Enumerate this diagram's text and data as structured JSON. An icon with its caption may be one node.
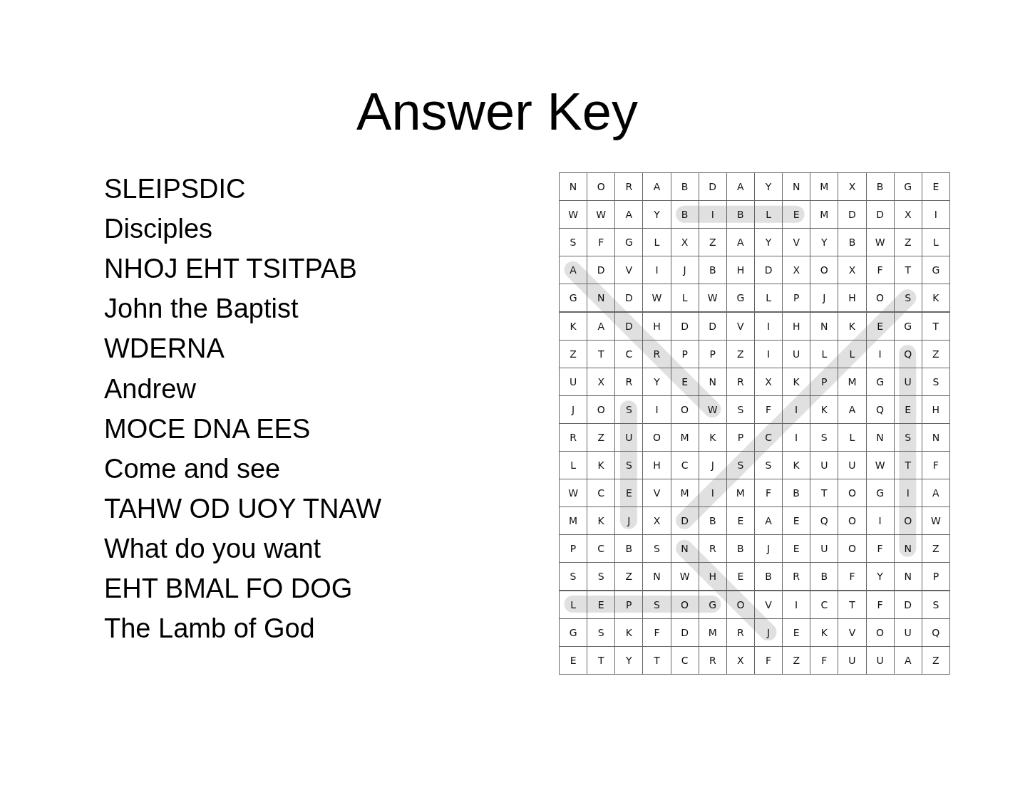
{
  "diagram": {
    "title": "Answer Key",
    "labels": [
      "SLEIPSDIC",
      "Disciples",
      "NHOJ EHT TSITPAB",
      "John the Baptist",
      "WDERNA",
      "Andrew",
      "MOCE DNA EES",
      "Come and see",
      "TAHW OD UOY TNAW",
      "What do you want",
      "EHT BMAL FO DOG",
      "The Lamb of God",
      "N",
      "O",
      "R",
      "A",
      "B",
      "D",
      "A",
      "Y",
      "N",
      "M",
      "X",
      "B",
      "G",
      "E",
      "W",
      "W",
      "A",
      "Y",
      "B",
      "I",
      "B",
      "L",
      "E",
      "M",
      "D",
      "D",
      "X",
      "I",
      "S",
      "F",
      "G",
      "L",
      "X",
      "Z",
      "A",
      "Y",
      "V",
      "Y",
      "B",
      "W",
      "Z",
      "L",
      "A",
      "D",
      "V",
      "I",
      "J",
      "B",
      "H",
      "D",
      "X",
      "O",
      "X",
      "F",
      "T",
      "G",
      "G",
      "N",
      "D",
      "W",
      "L",
      "W",
      "G",
      "L",
      "P",
      "J",
      "H",
      "O",
      "S",
      "K",
      "K",
      "A",
      "D",
      "H",
      "D",
      "D",
      "V",
      "I",
      "H",
      "N",
      "K",
      "E",
      "G",
      "T",
      "Z",
      "T",
      "C",
      "R",
      "P",
      "P",
      "Z",
      "I",
      "U",
      "L",
      "L",
      "I",
      "Q",
      "Z",
      "U",
      "X",
      "R",
      "Y",
      "E",
      "N",
      "R",
      "X",
      "K",
      "P",
      "M",
      "G",
      "U",
      "S",
      "J",
      "O",
      "S",
      "I",
      "O",
      "W",
      "S",
      "F",
      "I",
      "K",
      "A",
      "Q",
      "E",
      "H",
      "R",
      "Z",
      "U",
      "O",
      "M",
      "K",
      "P",
      "C",
      "I",
      "S",
      "L",
      "N",
      "S",
      "N",
      "L",
      "K",
      "S",
      "H",
      "C",
      "J",
      "S",
      "S",
      "K",
      "U",
      "U",
      "W",
      "T",
      "F",
      "W",
      "C",
      "E",
      "V",
      "M",
      "I",
      "M",
      "F",
      "B",
      "T",
      "O",
      "G",
      "I",
      "A",
      "M",
      "K",
      "J",
      "X",
      "D",
      "B",
      "E",
      "A",
      "E",
      "Q",
      "O",
      "I",
      "O",
      "W",
      "P",
      "C",
      "B",
      "S",
      "N",
      "R",
      "B",
      "J",
      "E",
      "U",
      "O",
      "F",
      "N",
      "Z",
      "S",
      "S",
      "Z",
      "N",
      "W",
      "H",
      "E",
      "B",
      "R",
      "B",
      "F",
      "Y",
      "N",
      "P",
      "L",
      "E",
      "P",
      "S",
      "O",
      "G",
      "O",
      "V",
      "I",
      "C",
      "T",
      "F",
      "D",
      "S",
      "G",
      "S",
      "K",
      "F",
      "D",
      "M",
      "R",
      "J",
      "E",
      "K",
      "V",
      "O",
      "U",
      "Q",
      "E",
      "T",
      "Y",
      "T",
      "C",
      "R",
      "X",
      "F",
      "Z",
      "F",
      "U",
      "U",
      "A",
      "Z"
    ]
  }
}
